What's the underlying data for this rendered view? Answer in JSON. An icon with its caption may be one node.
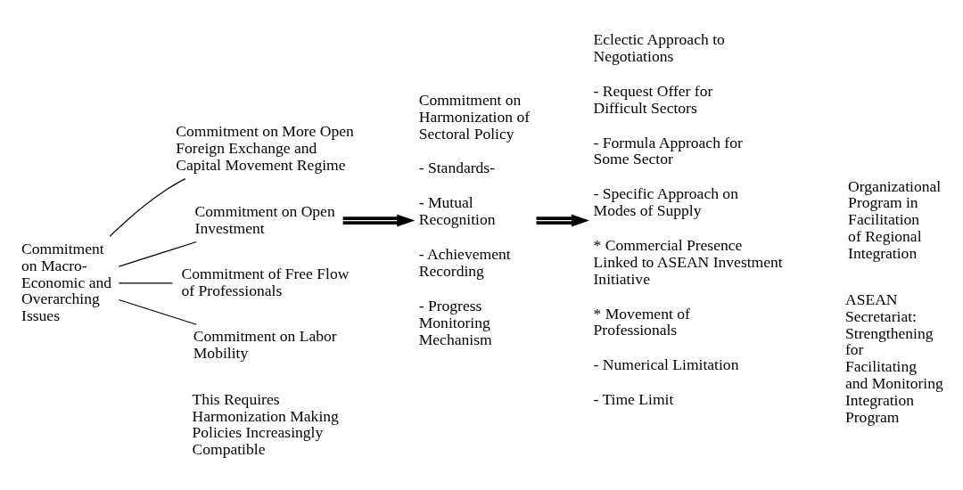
{
  "diagram": {
    "nodes": [
      {
        "text": [
          "Commitment on Macro-Economic and Overarching Issues"
        ]
      },
      {
        "text": [
          "Commitment on More Open Foreign Exchange and Capital Movement Regime"
        ]
      },
      {
        "text": [
          "Commitment on Open Investment"
        ]
      },
      {
        "text": [
          "Commitment of Free Flow of Professionals"
        ]
      },
      {
        "text": [
          "Commitment on Labor Mobility"
        ]
      },
      {
        "text": [
          "Commitment on Harmonization of Sectoral Policy",
          "- Standards-",
          "- Mutual Recognition",
          "- Achievement Recording",
          "- Progress Monitoring Mechanism"
        ]
      },
      {
        "text": [
          "Eclectic Approach to Negotiations",
          "- Request Offer for Difficult Sectors",
          "- Formula Approach for Some Sector",
          "- Specific Approach on Modes of Supply",
          "* Commercial Presence Linked to ASEAN Investment Initiative",
          "* Movement of Professionals",
          "- Numerical Limitation",
          "- Time Limit"
        ]
      }
    ],
    "edges": [
      {
        "from": 0,
        "to": 1,
        "arrow": "none"
      },
      {
        "from": 0,
        "to": 2,
        "arrow": "none"
      },
      {
        "from": 0,
        "to": 3,
        "arrow": "none"
      },
      {
        "from": 0,
        "to": 4,
        "arrow": "none"
      },
      {
        "from": 2,
        "to": 5,
        "arrow": "to",
        "style": "thick"
      },
      {
        "from": 5,
        "to": 6,
        "arrow": "to",
        "style": "thick"
      }
    ],
    "labels": [
      "This Requires Harmonization Making Policies Increasingly Compatible",
      "Organizational Program in Facilitation of Regional Integration",
      "ASEAN Secretariat: Strengthening for Facilitating and Monitoring Integration Program"
    ]
  }
}
